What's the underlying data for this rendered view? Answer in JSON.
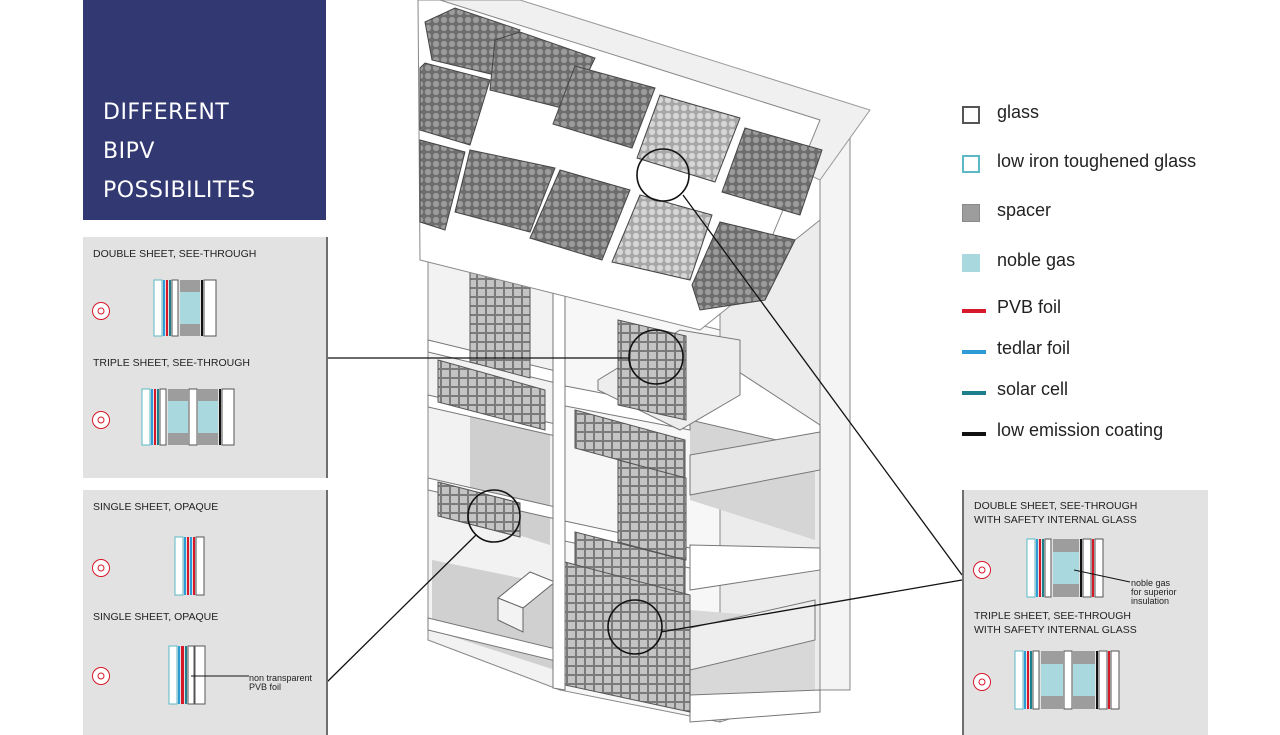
{
  "title": {
    "lines": [
      "DIFFERENT",
      "BIPV",
      "POSSIBILITES"
    ]
  },
  "panels": {
    "left_top": {
      "label1": "DOUBLE SHEET, SEE-THROUGH",
      "label2": "TRIPLE SHEET, SEE-THROUGH"
    },
    "left_bottom": {
      "label1": "SINGLE SHEET, OPAQUE",
      "label2": "SINGLE SHEET, OPAQUE",
      "note_line1": "non transparent",
      "note_line2": "PVB foil"
    },
    "right": {
      "label1_line1": "DOUBLE SHEET, SEE-THROUGH",
      "label1_line2": "WITH SAFETY INTERNAL GLASS",
      "label2_line1": "TRIPLE SHEET, SEE-THROUGH",
      "label2_line2": "WITH SAFETY INTERNAL GLASS",
      "note_line1": "noble gas",
      "note_line2": "for superior",
      "note_line3": "insulation"
    }
  },
  "legend": [
    {
      "label": "glass",
      "kind": "box",
      "border": "#555555",
      "fill": "#ffffff"
    },
    {
      "label": "low iron toughened glass",
      "kind": "box",
      "border": "#5bb8c4",
      "fill": "#ffffff"
    },
    {
      "label": "spacer",
      "kind": "box",
      "border": "#8a8a8a",
      "fill": "#9d9d9d"
    },
    {
      "label": "noble gas",
      "kind": "box",
      "border": "#a9d8df",
      "fill": "#a9d8df"
    },
    {
      "label": "PVB foil",
      "kind": "line",
      "color": "#d7182a"
    },
    {
      "label": "tedlar foil",
      "kind": "line",
      "color": "#2e9bd6"
    },
    {
      "label": "solar cell",
      "kind": "line",
      "color": "#1d7f8c"
    },
    {
      "label": "low emission coating",
      "kind": "line",
      "color": "#111111"
    }
  ],
  "colors": {
    "title_bg": "#313872",
    "panel_bg": "#e2e2e2",
    "panel_edge": "#6f6f6f",
    "sun_icon": "#d7182a"
  }
}
